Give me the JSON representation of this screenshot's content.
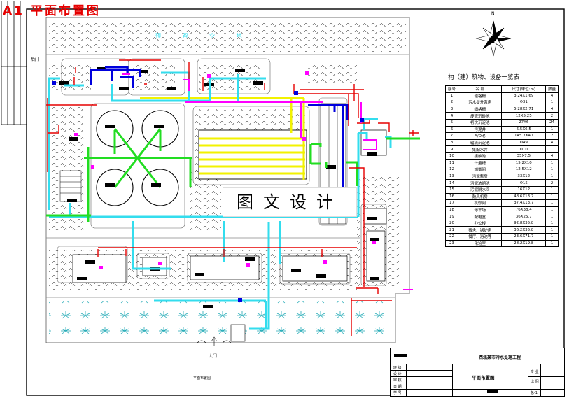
{
  "sheet_title": "A1 平面布置图",
  "watermark": "图文设计",
  "north_label": "N",
  "gate_label": "大门",
  "side_gate_label": "后门",
  "green_label": "预 留 空 地",
  "table_title": "构（建）筑物、设备一览表",
  "table_headers": [
    "序号",
    "名 称",
    "尺寸(单位:m)",
    "数量"
  ],
  "table_rows": [
    [
      "1",
      "粗格栅",
      "3.24X1.69",
      "4"
    ],
    [
      "2",
      "污水提升泵房",
      "Φ31",
      "1"
    ],
    [
      "3",
      "细格栅",
      "5.28X2.71",
      "4"
    ],
    [
      "4",
      "旋流沉砂池",
      "12X5.25",
      "2"
    ],
    [
      "5",
      "初次沉淀池",
      "27X6",
      "24"
    ],
    [
      "6",
      "污泥井",
      "6.5X6.5",
      "1"
    ],
    [
      "7",
      "A/O池",
      "145.7X40",
      "2"
    ],
    [
      "8",
      "辐流沉淀池",
      "Φ49",
      "4"
    ],
    [
      "9",
      "集配水井",
      "Φ10",
      "1"
    ],
    [
      "10",
      "接触池",
      "35X7.5",
      "4"
    ],
    [
      "11",
      "计量槽",
      "15.2X10",
      "1"
    ],
    [
      "12",
      "加氯间",
      "12.5X12",
      "1"
    ],
    [
      "13",
      "污泥泵房",
      "33X12",
      "1"
    ],
    [
      "14",
      "污泥浓缩池",
      "Φ15",
      "2"
    ],
    [
      "15",
      "污泥脱水间",
      "16X12",
      "1"
    ],
    [
      "16",
      "鼓风机房",
      "48.6X13.7",
      "1"
    ],
    [
      "17",
      "机修间",
      "37.4X13.7",
      "1"
    ],
    [
      "18",
      "停车场",
      "76X38.4",
      "1"
    ],
    [
      "19",
      "配电室",
      "36X25.7",
      "1"
    ],
    [
      "20",
      "办公楼",
      "92.8X35.8",
      "1"
    ],
    [
      "21",
      "宿舍、锅炉房",
      "36.2X35.8",
      "1"
    ],
    [
      "22",
      "餐厅、浴池等",
      "23.6X71.7",
      "1"
    ],
    [
      "23",
      "化验室",
      "28.2X19.8",
      "1"
    ]
  ],
  "title_block": {
    "project": "西北某市污水处理工程",
    "drawing": "平面布置图",
    "drawing_no": "总-1",
    "left_labels": [
      "班 级",
      "设 计",
      "审 核",
      "日 期",
      "学 号"
    ],
    "right_labels": [
      "专 业",
      "比 例"
    ],
    "caption": "平面布置图"
  },
  "colors": {
    "red": "#e60000",
    "green": "#22dd22",
    "yellow": "#f2f200",
    "cyan": "#33ddee",
    "blue": "#0000dd",
    "magenta": "#ff00ff"
  }
}
